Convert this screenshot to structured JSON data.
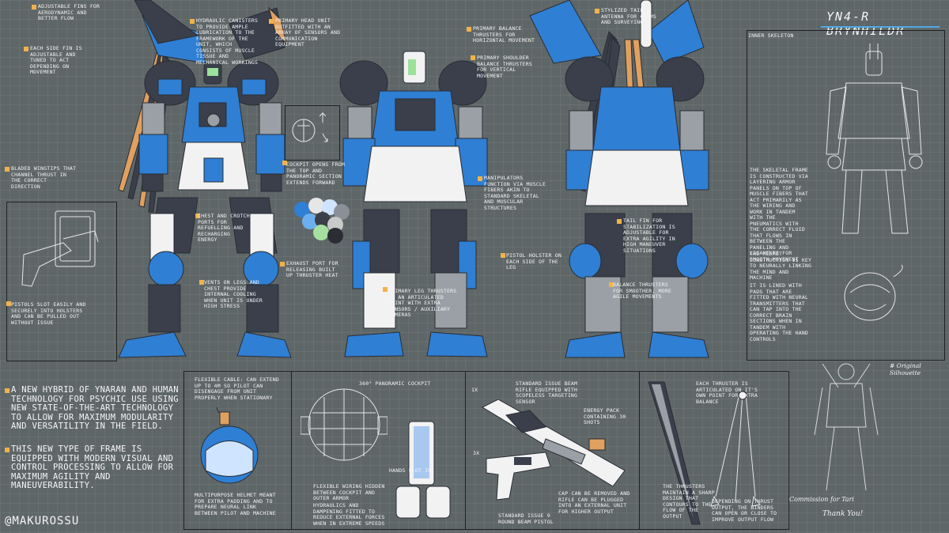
{
  "title": "YN4-R BRYNHILDR",
  "handle": "@MAKUROSSU",
  "colors": {
    "background": "#5f6668",
    "armor_blue": "#2f7fd4",
    "armor_dark": "#3a3f4b",
    "armor_white": "#f2f2f2",
    "frame_grey": "#9aa0a6",
    "accent_orange": "#f1b24a",
    "accent_green": "#9be29b"
  },
  "palette": [
    "#2f7fd4",
    "#e6e6e6",
    "#cfe4ff",
    "#6ab0f0",
    "#3b3f48",
    "#a5e0a0",
    "#8a9097",
    "#c9c9c9",
    "#2a2d33"
  ],
  "notes": {
    "n1": "Adjustable fins for aerodynamic and better flow",
    "n2": "Each side fin is adjustable and tuned to act depending on movement",
    "n3": "Bladed wingtips that channel thrust in the correct direction",
    "n4": "Hydraulic canisters to provide ample lubrication to the framework of the unit, which consists of muscle tissue and mechanical workings",
    "n5": "Primary head unit outfitted with an array of sensors and communication equipment",
    "n6": "Primary balance thrusters for horizontal movement",
    "n7": "Primary shoulder balance thrusters for vertical movement",
    "n8": "Stylized tail antenna for comms and surveying",
    "n9": "Cockpit opens from the top and panoramic section extends forward",
    "n10": "Chest and crotch ports for refuelling and recharging energy",
    "n11": "Manipulators function via muscle fibers akin to standard skeletal and muscular structures",
    "n12": "Tail fin for stabilization is adjustable for extra agility in high maneuver situations",
    "n13": "Exhaust port for releasing built up thruster heat",
    "n14": "Pistol holster on each side of the leg",
    "n15": "Vents on legs and chest provide internal cooling when unit is under high stress",
    "n16": "Primary leg thrusters on an articulated point with extra sensors / auxiliary cameras",
    "n17": "Balance thrusters for smoother, more agile movements",
    "n18": "Pistols slot easily and securely into holsters and can be pulled out without issue",
    "n19": "Inner skeleton",
    "n20": "The skeletal frame is constructed via layering armor panels on top of muscle fibers that act primarily as the wiring and work in tandem with the pneumatics with the correct fluid that flows in between the paneling and ligaments for smooth movement",
    "n21": "The helmet construction is key to neurally linking the mind and machine",
    "n22": "It is lined with pads that are fitted with neural transmitters that can tap into the correct brain sections when in tandem with operating the hand controls",
    "n23": "Flexible cable: can extend up to 4m so pilot can disengage from unit properly when stationary",
    "n24": "Multipurpose helmet meant for extra padding and to prepare neural link between pilot and machine",
    "n25": "360° panoramic cockpit",
    "n26": "Flexible wiring hidden between cockpit and outer armor",
    "n27": "Hands slot in",
    "n28": "Hydraulics and dampening fitted to reduce external forces when in extreme speeds",
    "n29": "Standard issue beam rifle equipped with scopeless targeting sensor",
    "n30": "Energy pack containing 30 shots",
    "n31": "Cap can be removed and rifle can be plugged into an external unit for higher output",
    "n32": "Standard issue 9 round beam pistol",
    "n33": "Each thruster is articulated on it's own point for extra balance",
    "n34": "The thrusters maintain a sharp design that contours to the flow of the output",
    "n35": "Depending on thrust output, the binders can open or close to improve output flow",
    "scale_1": "1x",
    "scale_2": "3x",
    "silhouette": "# Original Silhouette",
    "commission": "Commission for Tari",
    "thanks": "Thank You!"
  },
  "description": {
    "p1": "A new hybrid of Ynaran and human technology for psychic use using new state-of-the-art technology to allow for maximum modularity and versatility in the field.",
    "p2": "This new type of frame is equipped with modern visual and control processing to allow for maximum agility and maneuverability."
  }
}
